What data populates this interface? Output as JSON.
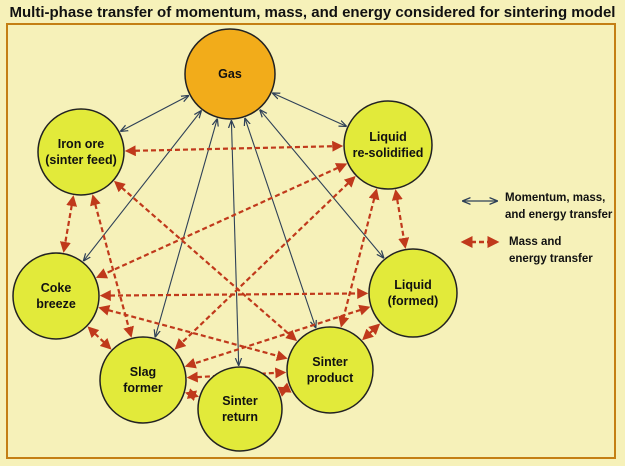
{
  "title": "Multi-phase transfer of momentum, mass, and energy considered for sintering model",
  "colors": {
    "node_fill": "#e2ea3a",
    "gas_fill": "#f2ac1a",
    "node_stroke": "#222222",
    "frame": "#c47f14",
    "dashed_arrow": "#c0391b",
    "solid_arrow": "#2e4057",
    "background": "#f6f1b9"
  },
  "nodes": [
    {
      "id": "gas",
      "lines": [
        "Gas"
      ]
    },
    {
      "id": "iron_ore",
      "lines": [
        "Iron ore",
        "(sinter feed)"
      ]
    },
    {
      "id": "liquid_resolid",
      "lines": [
        "Liquid",
        "re-solidified"
      ]
    },
    {
      "id": "coke",
      "lines": [
        "Coke",
        "breeze"
      ]
    },
    {
      "id": "liquid_formed",
      "lines": [
        "Liquid",
        "(formed)"
      ]
    },
    {
      "id": "slag",
      "lines": [
        "Slag",
        "former"
      ]
    },
    {
      "id": "sinter_product",
      "lines": [
        "Sinter",
        "product"
      ]
    },
    {
      "id": "sinter_return",
      "lines": [
        "Sinter",
        "return"
      ]
    }
  ],
  "solid_links": [
    [
      "gas",
      "iron_ore"
    ],
    [
      "gas",
      "liquid_resolid"
    ],
    [
      "gas",
      "coke"
    ],
    [
      "gas",
      "liquid_formed"
    ],
    [
      "gas",
      "slag"
    ],
    [
      "gas",
      "sinter_product"
    ],
    [
      "gas",
      "sinter_return"
    ]
  ],
  "dashed_links": [
    [
      "iron_ore",
      "liquid_resolid"
    ],
    [
      "iron_ore",
      "coke"
    ],
    [
      "iron_ore",
      "slag"
    ],
    [
      "iron_ore",
      "sinter_product"
    ],
    [
      "liquid_resolid",
      "liquid_formed"
    ],
    [
      "liquid_resolid",
      "coke"
    ],
    [
      "liquid_resolid",
      "slag"
    ],
    [
      "liquid_resolid",
      "sinter_product"
    ],
    [
      "coke",
      "liquid_formed"
    ],
    [
      "coke",
      "slag"
    ],
    [
      "coke",
      "sinter_product"
    ],
    [
      "liquid_formed",
      "slag"
    ],
    [
      "liquid_formed",
      "sinter_product"
    ],
    [
      "slag",
      "sinter_product"
    ],
    [
      "slag",
      "sinter_return"
    ],
    [
      "sinter_return",
      "sinter_product"
    ]
  ],
  "legend": {
    "solid_lines": [
      "Momentum, mass,",
      "and energy transfer"
    ],
    "dashed_lines": [
      "Mass and",
      "energy transfer"
    ]
  }
}
